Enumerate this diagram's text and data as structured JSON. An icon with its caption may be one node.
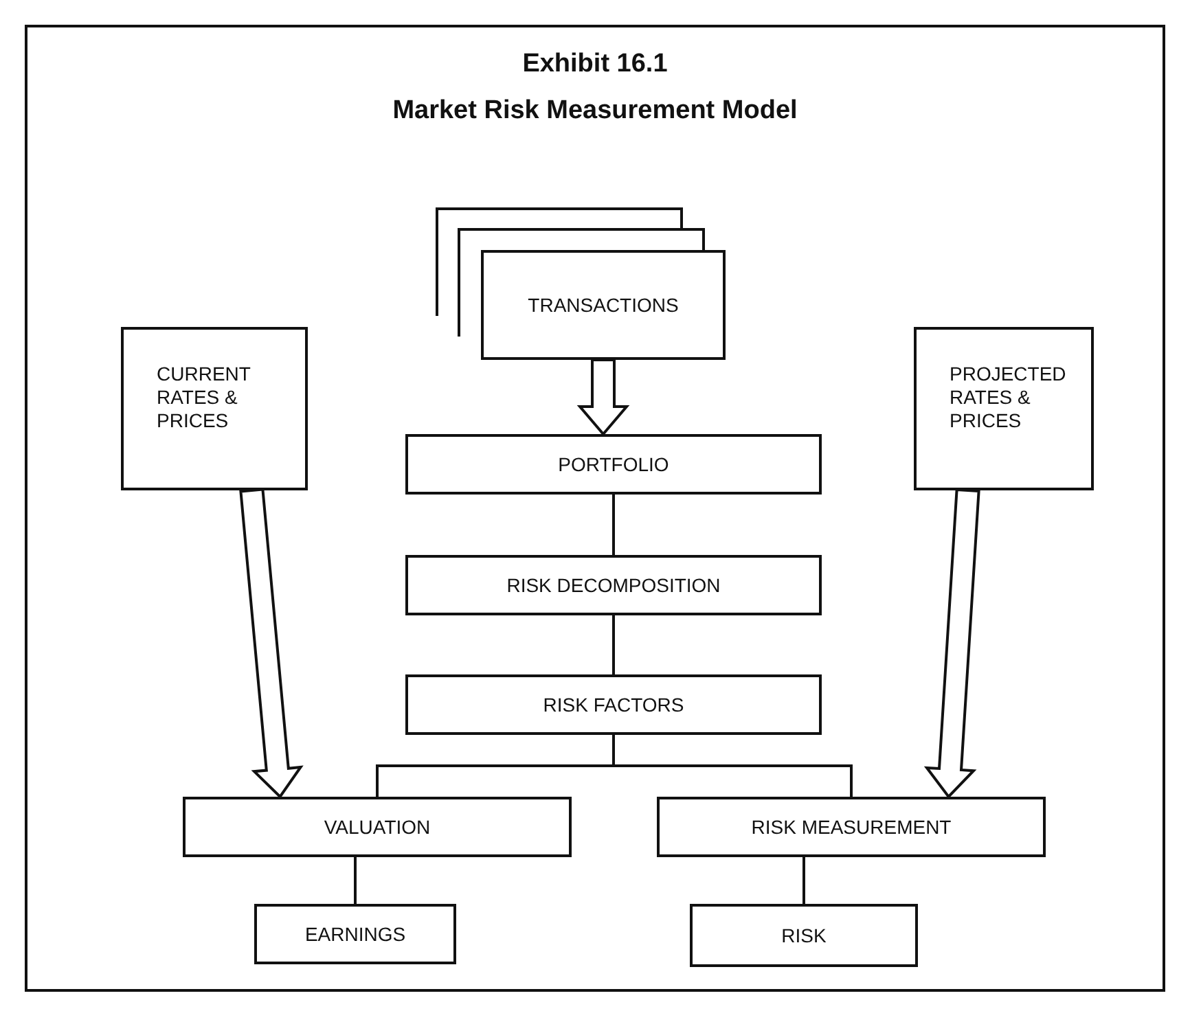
{
  "diagram": {
    "title": "Exhibit 16.1",
    "nodes": [
      {
        "text": [
          "TRANSACTIONS"
        ]
      },
      {
        "text": [
          "PORTFOLIO"
        ]
      },
      {
        "text": [
          "CURRENT RATES & PRICES"
        ]
      },
      {
        "text": [
          "PROJECTED RATES & PRICES"
        ]
      },
      {
        "text": [
          "RISK DECOMPOSITION"
        ]
      },
      {
        "text": [
          "RISK FACTORS"
        ]
      },
      {
        "text": [
          "VALUATION"
        ]
      },
      {
        "text": [
          "RISK MEASUREMENT"
        ]
      },
      {
        "text": [
          "EARNINGS"
        ]
      },
      {
        "text": [
          "RISK"
        ]
      }
    ],
    "edges": [
      {
        "from": 0,
        "to": 1,
        "arrow": "to",
        "style": "thick"
      },
      {
        "from": 1,
        "to": 4,
        "arrow": "none"
      },
      {
        "from": 4,
        "to": 5,
        "arrow": "none"
      },
      {
        "from": 5,
        "to": 6,
        "arrow": "none"
      },
      {
        "from": 5,
        "to": 7,
        "arrow": "none"
      },
      {
        "from": 2,
        "to": 6,
        "arrow": "to",
        "style": "thick"
      },
      {
        "from": 3,
        "to": 7,
        "arrow": "to",
        "style": "thick"
      },
      {
        "from": 6,
        "to": 8,
        "arrow": "none"
      },
      {
        "from": 7,
        "to": 9,
        "arrow": "none"
      }
    ],
    "labels": [
      "Market Risk Measurement Model"
    ]
  }
}
